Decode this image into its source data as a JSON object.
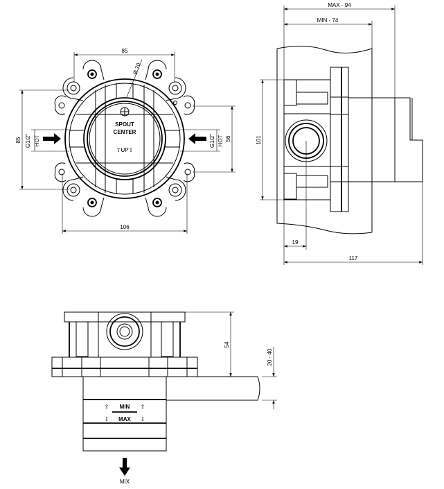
{
  "front_view": {
    "dim_top": "85",
    "dim_bottom": "106",
    "dim_left": "85",
    "dim_right": "56",
    "dim_diameter": "Ø 70",
    "inlet_left_size": "G1/2\"",
    "inlet_left_label": "HOT",
    "inlet_right_size": "G1/2\"",
    "inlet_right_label": "HOT",
    "center_line1": "SPOUT",
    "center_line2": "CENTER",
    "center_up": "⇧UP⇧"
  },
  "side_view": {
    "dim_max": "MAX - 94",
    "dim_min": "MIN - 74",
    "dim_height": "101",
    "dim_offset": "19",
    "dim_total": "117"
  },
  "bottom_view": {
    "dim_height": "54",
    "dim_wall": "20 - 40",
    "min_label": "MIN",
    "max_label": "MAX",
    "outlet_label": "MIX"
  }
}
